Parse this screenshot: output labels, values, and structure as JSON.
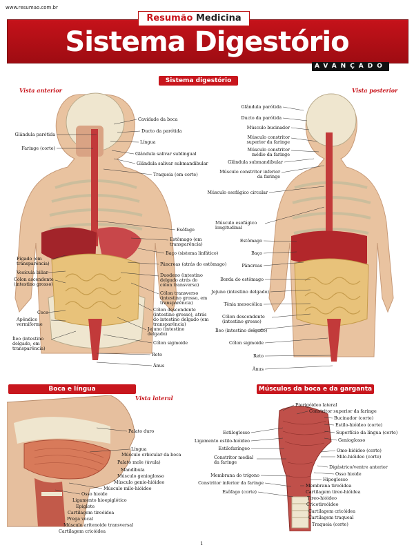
{
  "site": "www.resumao.com.br",
  "brand": {
    "part1": "Resumão",
    "part2": "Medicina"
  },
  "title": "Sistema Digestório",
  "level": "AVANÇADO",
  "digestive": {
    "section_title": "Sistema digestório",
    "anterior_label": "Vista anterior",
    "posterior_label": "Vista posterior",
    "anterior_labels_left": [
      "Glândula parótida",
      "Faringe (corte)",
      "Fígado (em transparência)",
      "Vesícula biliar",
      "Cólon ascendente (intestino grosso)",
      "Ceco",
      "Apêndice vermiforme",
      "Íleo (intestino delgado, em transparência)"
    ],
    "anterior_labels_right": [
      "Cavidade da boca",
      "Ducto da parótida",
      "Língua",
      "Glândula salivar sublingual",
      "Glândula salivar submandibular",
      "Traqueia (em corte)",
      "Esôfago",
      "Estômago (em transparência)",
      "Baço (sistema linfático)",
      "Pâncreas (atrás do estômago)",
      "Duodeno (intestino delgado atrás do cólon transverso)",
      "Cólon transverso (intestino grosso, em transparência)",
      "Cólon descendente (intestino grosso), atrás do intestino delgado (em transparência)",
      "Jejuno (intestino delgado)",
      "Cólon sigmoide",
      "Reto",
      "Ânus"
    ],
    "posterior_labels": [
      "Glândula parótida",
      "Ducto da parótida",
      "Músculo bucinador",
      "Músculo constritor superior da faringe",
      "Músculo constritor médio da faringe",
      "Glândula submandibular",
      "Músculo constritor inferior da faringe",
      "Músculo esofágico circular",
      "Músculo esofágico longitudinal",
      "Estômago",
      "Baço",
      "Pâncreas",
      "Borda do estômago",
      "Jejuno (intestino delgado)",
      "Tênia mesocólica",
      "Cólon descendente (intestino grosso)",
      "Íleo (intestino delgado)",
      "Cólon sigmoide",
      "Reto",
      "Ânus"
    ]
  },
  "mouth": {
    "section_title": "Boca e língua",
    "view_label": "Vista lateral",
    "labels": [
      "Palato duro",
      "Língua",
      "Músculo orbicular da boca",
      "Palato mole (úvula)",
      "Mandíbula",
      "Músculo genioglosso",
      "Músculo genio-hióideo",
      "Músculo milo-hióideo",
      "Osso hioide",
      "Ligamento hioepiglótico",
      "Epiglote",
      "Cartilagem tireóidea",
      "Prega vocal",
      "Músculo aritenoide transversal",
      "Cartilagem cricóidea"
    ]
  },
  "throat": {
    "section_title": "Músculos da boca e da garganta",
    "labels_right": [
      "Pterigóideo lateral",
      "Constritor superior da faringe",
      "Bucinador (corte)",
      "Estilo-hióideo (corte)",
      "Superfície da língua (corte)",
      "Genioglosso",
      "Omo-hióideo (corte)",
      "Milo-hióideo (corte)",
      "Digástrico/ventre anterior",
      "Osso hioide",
      "Hipoglosso",
      "Membrana tireóidea",
      "Cartilagem tireo-hióidea",
      "Tireo-hióideo",
      "Cricotireóideo",
      "Cartilagem cricóidea",
      "Cartilagem traqueal",
      "Traqueia (corte)"
    ],
    "labels_left": [
      "Estiloglosso",
      "Ligamento estilo-hióideo",
      "Estilofaríngeo",
      "Constritor medial da faringe",
      "Membrana do trígono",
      "Constritor inferior da faringe",
      "Esôfago (corte)"
    ]
  },
  "page_number": "1",
  "colors": {
    "brand_red": "#c8161d",
    "skin": "#e9c3a0",
    "bone": "#efe6cf",
    "organ_red": "#b2272b",
    "intestine": "#e8c27a"
  }
}
